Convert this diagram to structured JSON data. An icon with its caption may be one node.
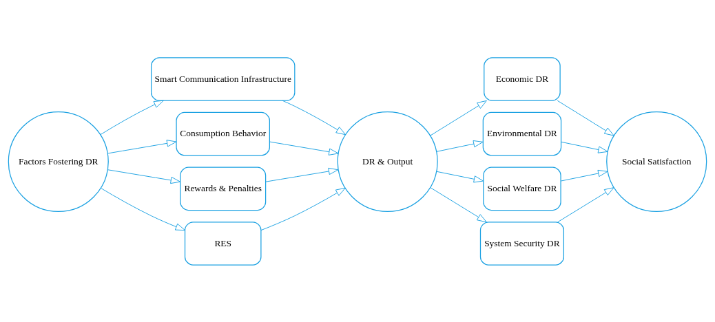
{
  "diagram": {
    "nodes": [
      {
        "text": [
          "Factors Fostering DR"
        ]
      },
      {
        "text": [
          "Smart Communication Infrastructure"
        ]
      },
      {
        "text": [
          "Consumption Behavior"
        ]
      },
      {
        "text": [
          "Rewards & Penalties"
        ]
      },
      {
        "text": [
          "RES"
        ]
      },
      {
        "text": [
          "DR & Output"
        ]
      },
      {
        "text": [
          "Economic DR"
        ]
      },
      {
        "text": [
          "Environmental DR"
        ]
      },
      {
        "text": [
          "Social Welfare DR"
        ]
      },
      {
        "text": [
          "System Security DR"
        ]
      },
      {
        "text": [
          "Social Satisfaction"
        ]
      }
    ],
    "edges": [
      {
        "from": 0,
        "to": 1,
        "arrow": "to"
      },
      {
        "from": 0,
        "to": 2,
        "arrow": "to"
      },
      {
        "from": 0,
        "to": 3,
        "arrow": "to"
      },
      {
        "from": 0,
        "to": 4,
        "arrow": "to"
      },
      {
        "from": 1,
        "to": 5,
        "arrow": "to"
      },
      {
        "from": 2,
        "to": 5,
        "arrow": "to"
      },
      {
        "from": 3,
        "to": 5,
        "arrow": "to"
      },
      {
        "from": 4,
        "to": 5,
        "arrow": "to"
      },
      {
        "from": 5,
        "to": 6,
        "arrow": "to"
      },
      {
        "from": 5,
        "to": 7,
        "arrow": "to"
      },
      {
        "from": 5,
        "to": 8,
        "arrow": "to"
      },
      {
        "from": 5,
        "to": 9,
        "arrow": "to"
      },
      {
        "from": 6,
        "to": 10,
        "arrow": "to"
      },
      {
        "from": 7,
        "to": 10,
        "arrow": "to"
      },
      {
        "from": 8,
        "to": 10,
        "arrow": "to"
      },
      {
        "from": 9,
        "to": 10,
        "arrow": "to"
      }
    ]
  }
}
